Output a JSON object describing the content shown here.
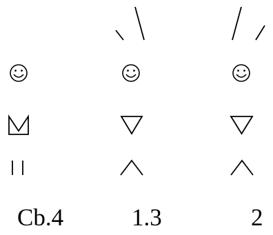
{
  "figure": {
    "columns": [
      {
        "label": "Cb.4",
        "antenna": "none",
        "face": "smiley-icon",
        "body": "down-triangle-with-v-icon",
        "legs": "parallel-legs-icon"
      },
      {
        "label": "1.3",
        "antenna": "left-spread",
        "face": "smiley-icon",
        "body": "down-triangle-icon",
        "legs": "caret-legs-icon"
      },
      {
        "label": "2",
        "antenna": "right-spread",
        "face": "smiley-icon",
        "body": "down-triangle-icon",
        "legs": "caret-legs-icon"
      }
    ]
  },
  "colors": {
    "ink": "#000000",
    "background": "#ffffff"
  }
}
